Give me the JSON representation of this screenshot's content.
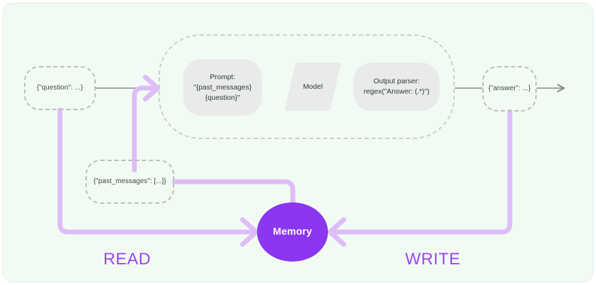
{
  "canvas": {
    "background_color": "#f2fbf3",
    "border_color": "#daf0e0"
  },
  "colors": {
    "memory_purple": "#8b36ef",
    "flow_purple": "#ddbdf7",
    "label_purple": "#9b45f0",
    "grey_box": "#e9eaea",
    "dashed_grey": "#b9c0bb",
    "arrow_grey": "#7e8683"
  },
  "nodes": {
    "question": {
      "label": "{\"question\": ...}"
    },
    "past_messages": {
      "label": "{\"past_messages\": [...]}"
    },
    "answer": {
      "label": "{\"answer\": ...}"
    },
    "memory": {
      "label": "Memory"
    }
  },
  "chain": {
    "prompt": {
      "line1": "Prompt:",
      "line2": "\"{past_messages}",
      "line3": "{question}\""
    },
    "model": {
      "label": "Model"
    },
    "output_parser": {
      "line1": "Output parser:",
      "line2": "regex(\"Answer: (.*)\")"
    }
  },
  "flow_labels": {
    "read": "READ",
    "write": "WRITE"
  }
}
